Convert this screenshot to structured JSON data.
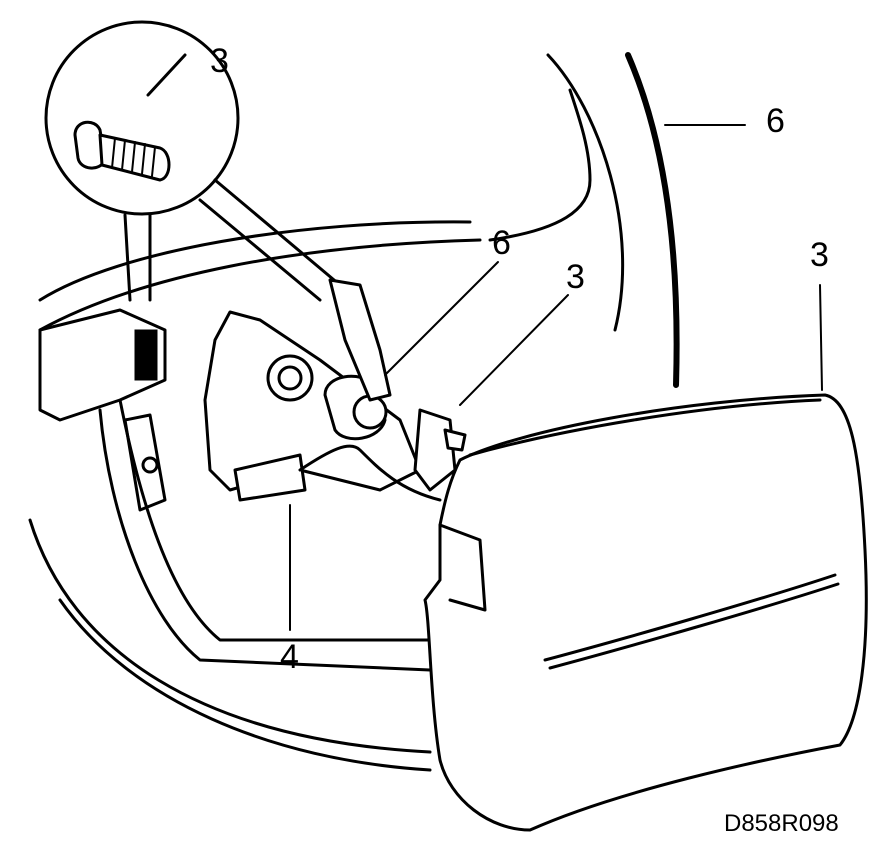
{
  "callouts": [
    {
      "id": "c1",
      "text": "3"
    },
    {
      "id": "c2",
      "text": "6"
    },
    {
      "id": "c3",
      "text": "6"
    },
    {
      "id": "c4",
      "text": "3"
    },
    {
      "id": "c5",
      "text": "3"
    },
    {
      "id": "c6",
      "text": "4"
    }
  ],
  "figure_code": "D858R098"
}
